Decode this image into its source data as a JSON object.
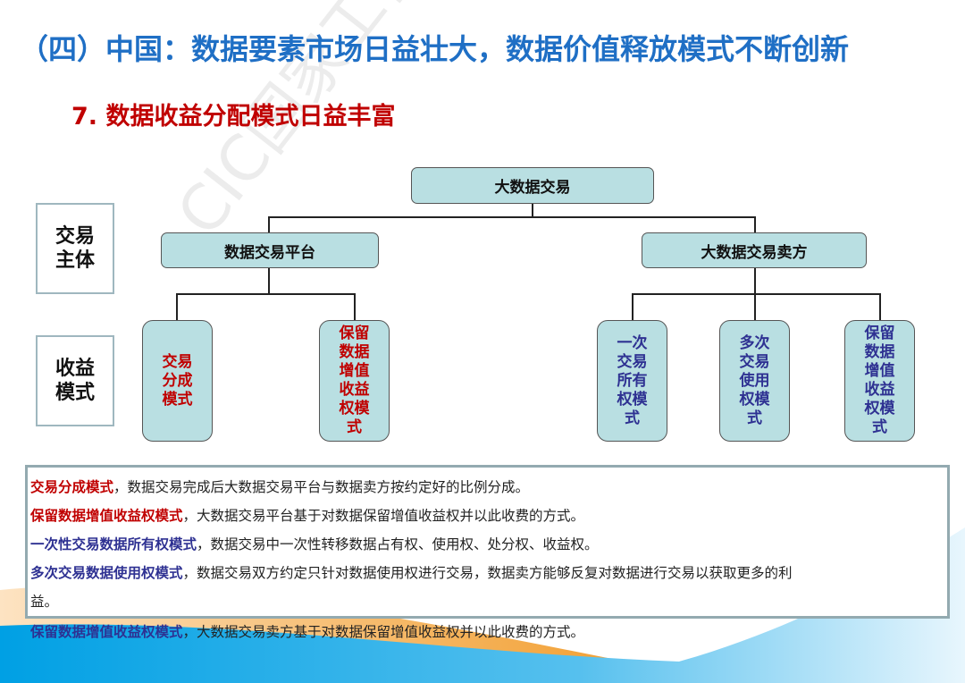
{
  "title": "（四）中国：数据要素市场日益壮大，数据价值释放模式不断创新",
  "subtitle": "7. 数据收益分配模式日益丰富",
  "watermark": "CIC国家工信安全中心",
  "row_labels": {
    "subject": "交易主体",
    "mode": "收益模式"
  },
  "tree": {
    "root": "大数据交易",
    "left": "数据交易平台",
    "right": "大数据交易卖方",
    "leaves": [
      "交易分成模式",
      "保留数据增值收益权模式",
      "一次交易所有权模式",
      "多次交易使用权模式",
      "保留数据增值收益权模式"
    ]
  },
  "descriptions": [
    {
      "term": "交易分成模式",
      "text": "，数据交易完成后大数据交易平台与数据卖方按约定好的比例分成。"
    },
    {
      "term": "保留数据增值收益权模式",
      "text": "，大数据交易平台基于对数据保留增值收益权并以此收费的方式。"
    },
    {
      "term": "一次性交易数据所有权模式",
      "text": "，数据交易中一次性转移数据占有权、使用权、处分权、收益权。"
    },
    {
      "term": "多次交易数据使用权模式",
      "text": "，数据交易双方约定只针对数据使用权进行交易，数据卖方能够反复对数据进行交易以获取更多的利",
      "cont": "益。"
    },
    {
      "term": "保留数据增值收益权模式",
      "text": "，大数据交易卖方基于对数据保留增值收益权并以此收费的方式。"
    }
  ],
  "colors": {
    "title": "#1f6fc5",
    "red": "#c00000",
    "blue": "#2e3192",
    "node": "#b9dfe2"
  }
}
